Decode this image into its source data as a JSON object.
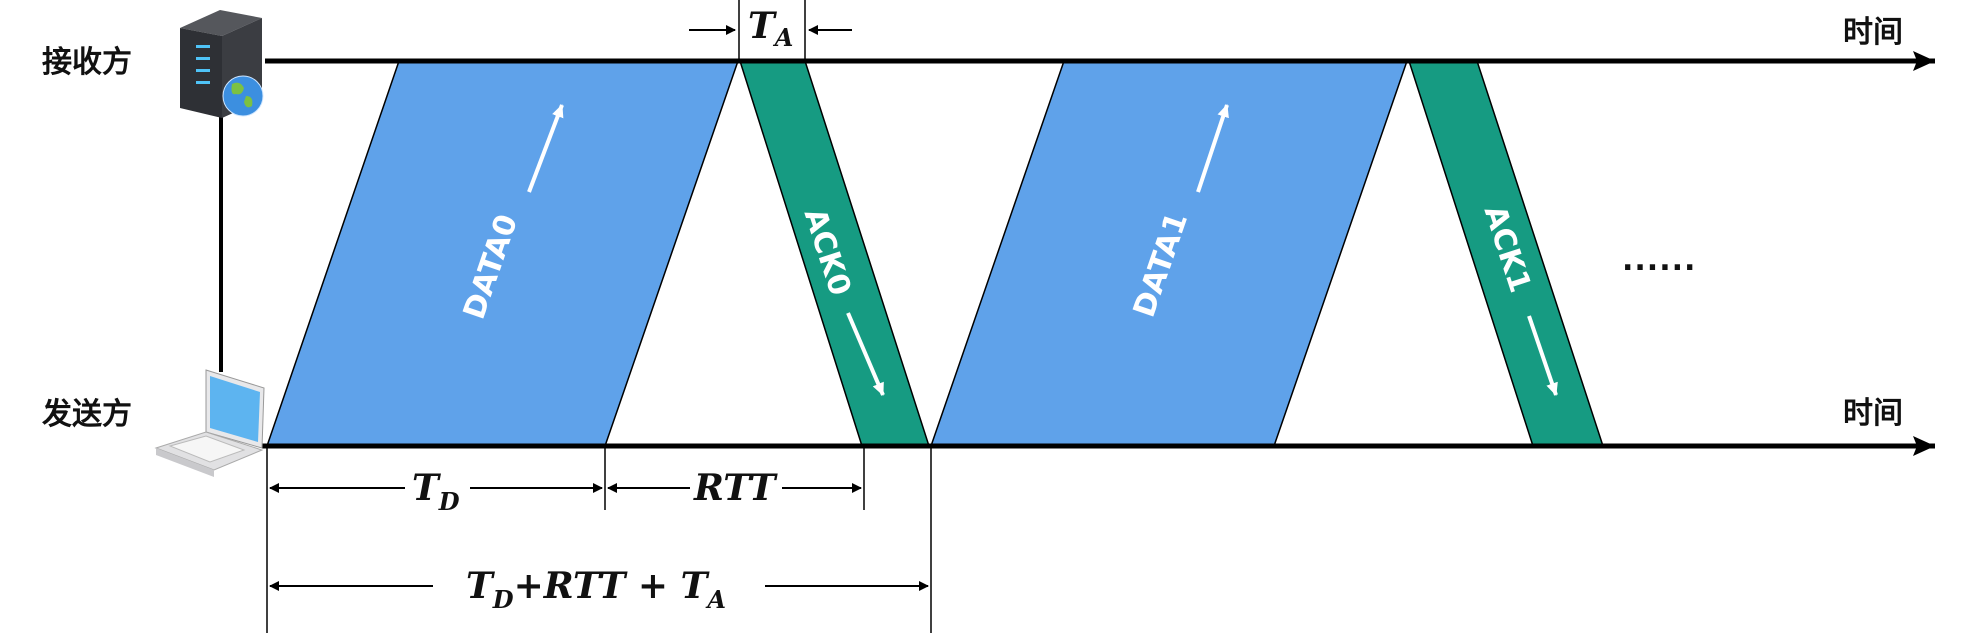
{
  "labels": {
    "receiver": "接收方",
    "sender": "发送方",
    "time_top": "时间",
    "time_bottom": "时间",
    "ellipsis": "......"
  },
  "packets": {
    "data0": "DATA0",
    "ack0": "ACK0",
    "data1": "DATA1",
    "ack1": "ACK1"
  },
  "measures": {
    "ta": {
      "main": "T",
      "sub": "A"
    },
    "td": {
      "main": "T",
      "sub": "D"
    },
    "rtt": "RTT",
    "total": {
      "t1": "T",
      "s1": "D",
      "mid": "+RTT + T",
      "s2": "A"
    }
  },
  "colors": {
    "data": "#5fa2ea",
    "ack": "#169b82",
    "line": "#000000"
  }
}
